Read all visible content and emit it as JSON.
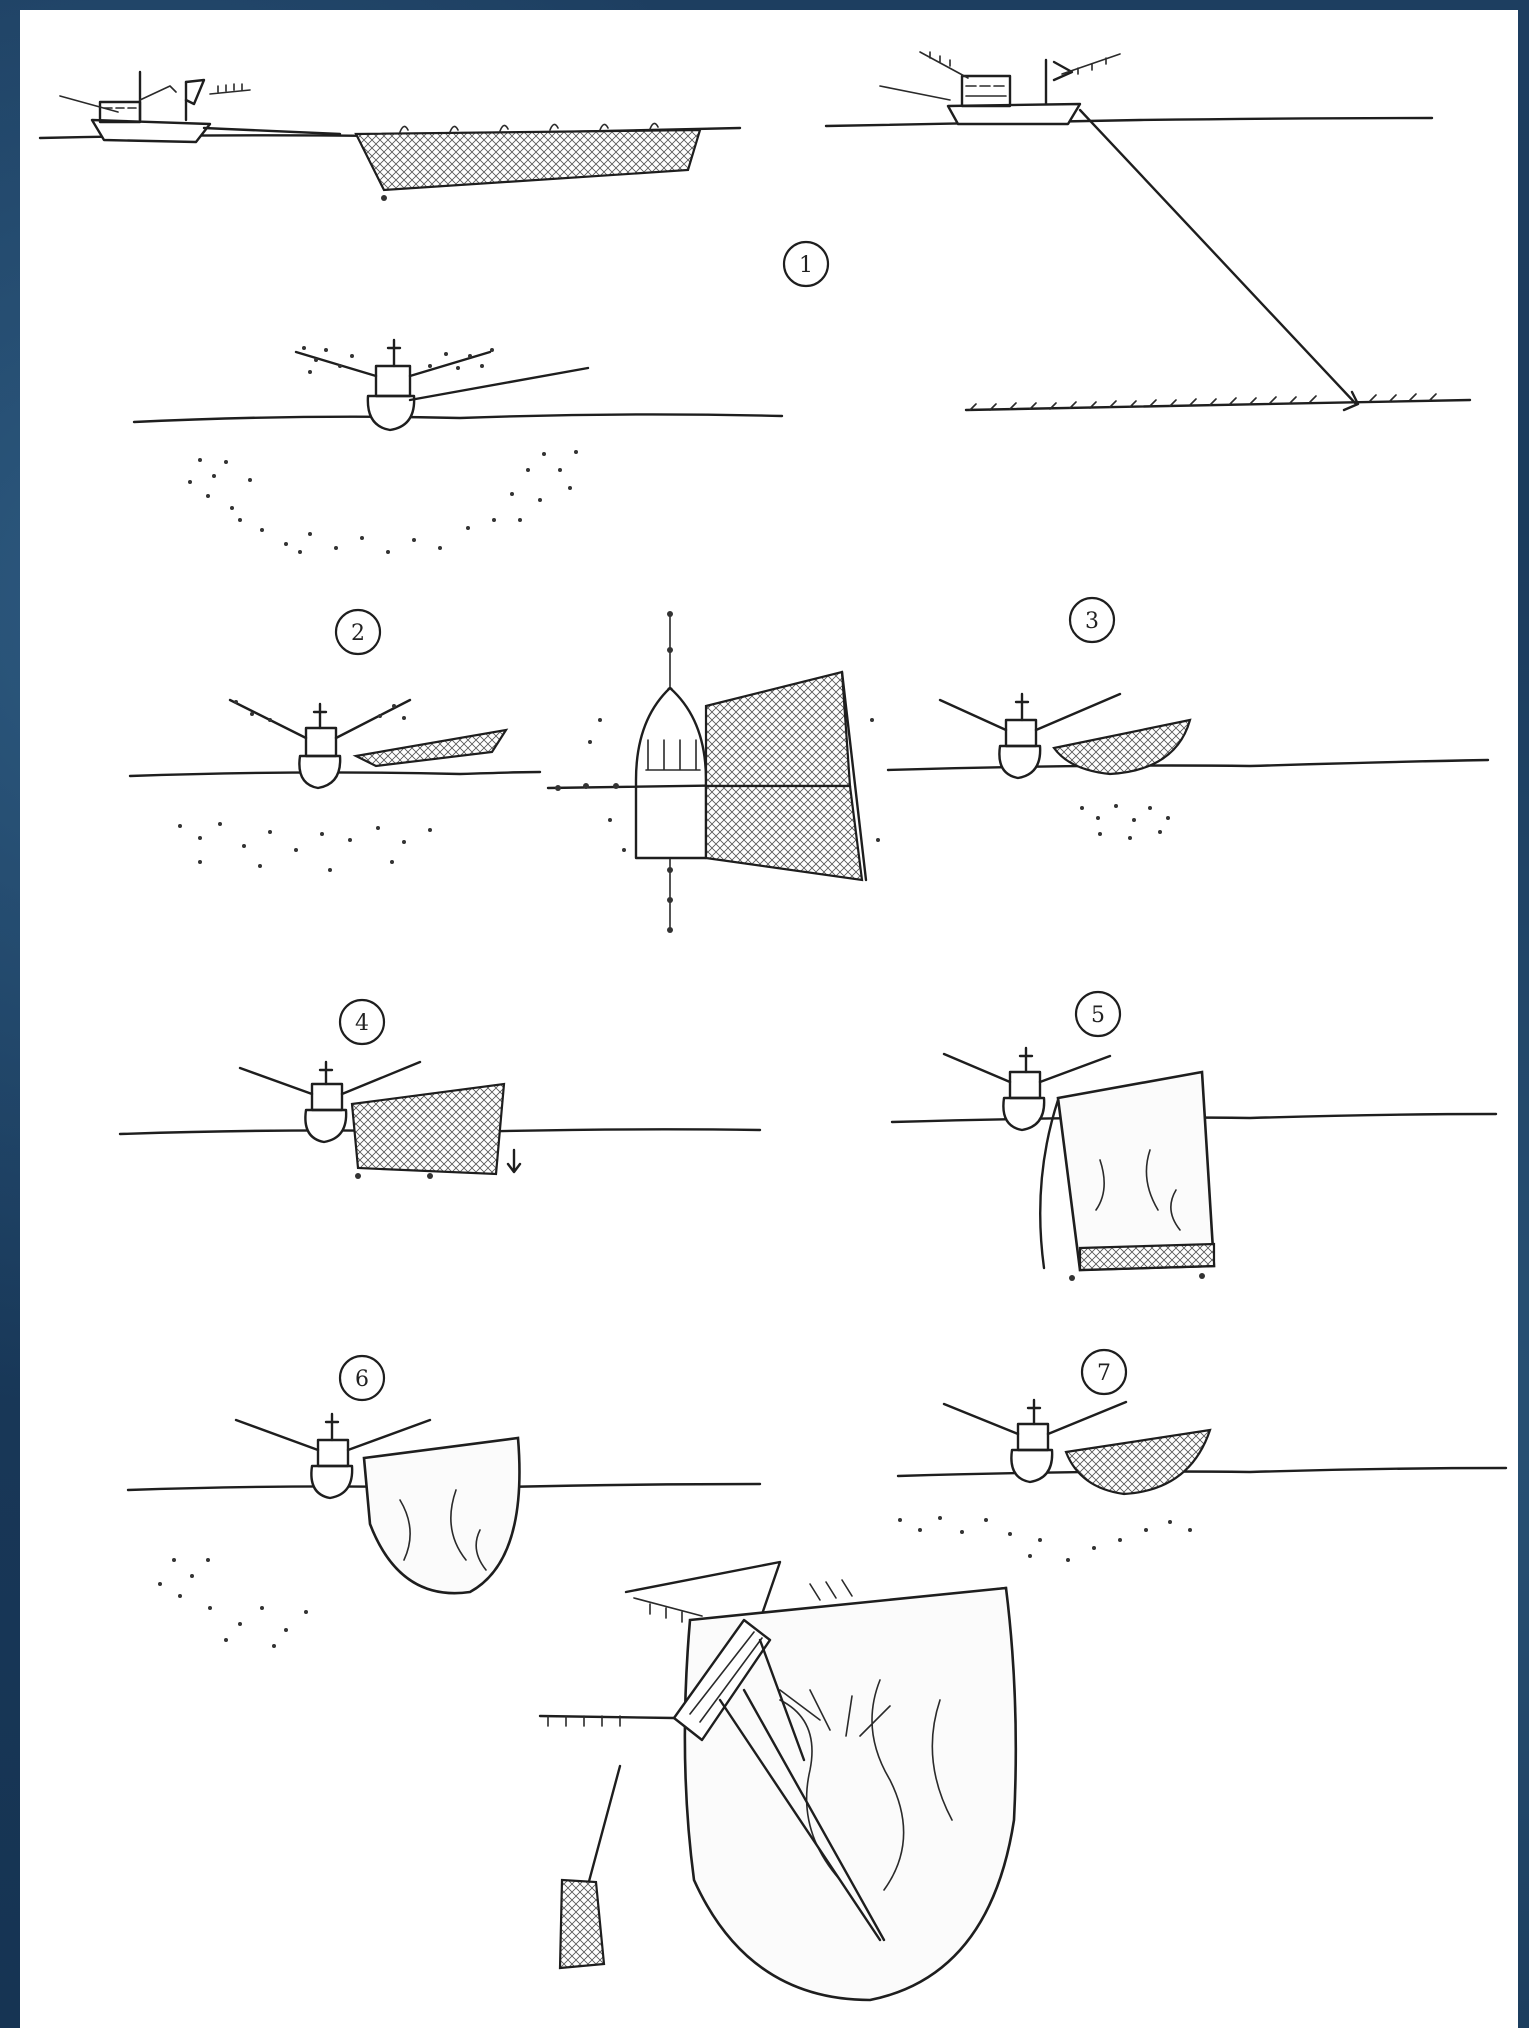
{
  "figure": {
    "steps": [
      {
        "number": "1"
      },
      {
        "number": "2"
      },
      {
        "number": "3"
      },
      {
        "number": "4"
      },
      {
        "number": "5"
      },
      {
        "number": "6"
      },
      {
        "number": "7"
      }
    ]
  },
  "colors": {
    "background": "#1b3a5a",
    "paper": "#ffffff",
    "ink": "#1e1e1e"
  }
}
